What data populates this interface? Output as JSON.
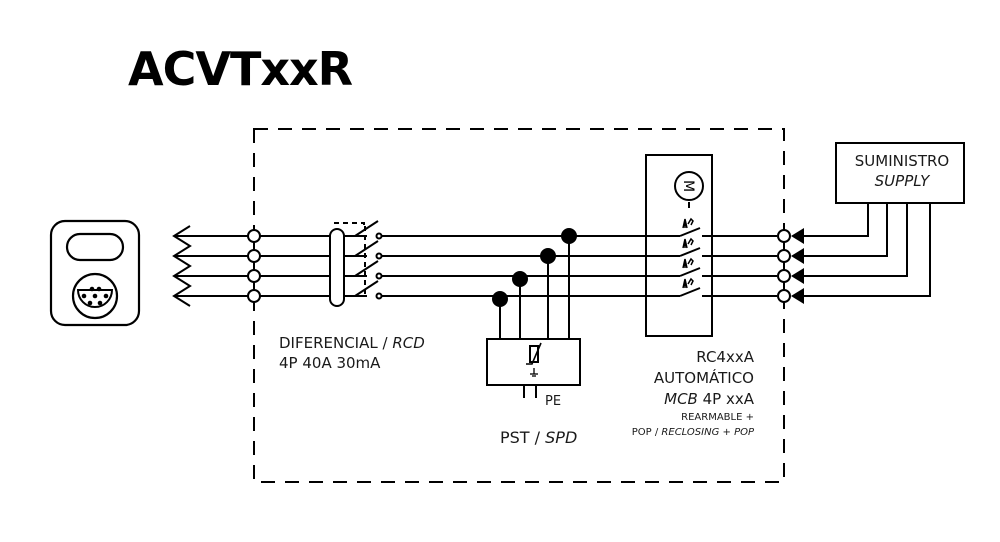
{
  "title": "ACVTxxR",
  "rcd": {
    "name": "DIFERENCIAL",
    "name_en": "RCD",
    "separator": " / ",
    "spec": "4P 40A 30mA"
  },
  "spd": {
    "name": "PST",
    "name_en": "SPD",
    "separator": " / ",
    "pe_label": "PE"
  },
  "mcb": {
    "model": "RC4xxA",
    "name": "AUTOMÁTICO",
    "name_en": "MCB",
    "spec": " 4P xxA",
    "note_1": "REARMABLE +",
    "note_2_a": "POP / ",
    "note_2_b": "RECLOSING + POP"
  },
  "supply": {
    "name": "SUMINISTRO",
    "name_en": "SUPPLY"
  },
  "motor_label": "M",
  "colors": {
    "line": "#000000",
    "text": "#1a1a1a",
    "background": "#ffffff"
  }
}
